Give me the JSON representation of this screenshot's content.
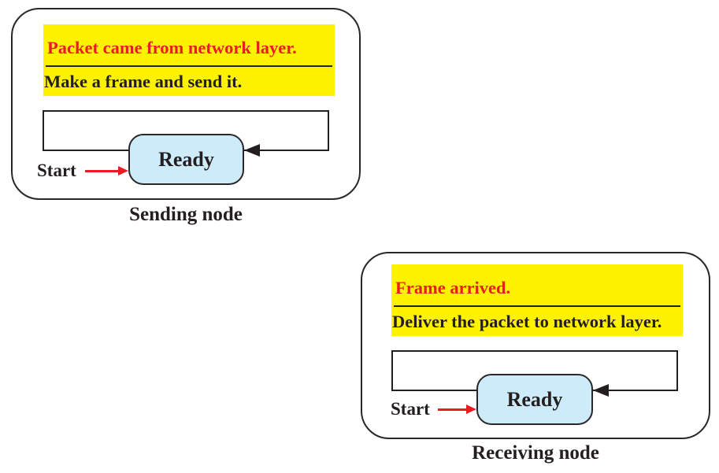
{
  "colors": {
    "highlight_yellow": "#FFF200",
    "event_red": "#EC1C24",
    "ink_black": "#231F20",
    "state_fill_blue": "#CEEBF9",
    "start_arrow_red": "#EC1C24"
  },
  "nodes": [
    {
      "caption": "Sending node",
      "event": "Packet came from network layer.",
      "action": "Make a frame and send it.",
      "state_label": "Ready",
      "start_label": "Start"
    },
    {
      "caption": "Receiving node",
      "event": "Frame arrived.",
      "action": "Deliver the packet to network layer.",
      "state_label": "Ready",
      "start_label": "Start"
    }
  ]
}
